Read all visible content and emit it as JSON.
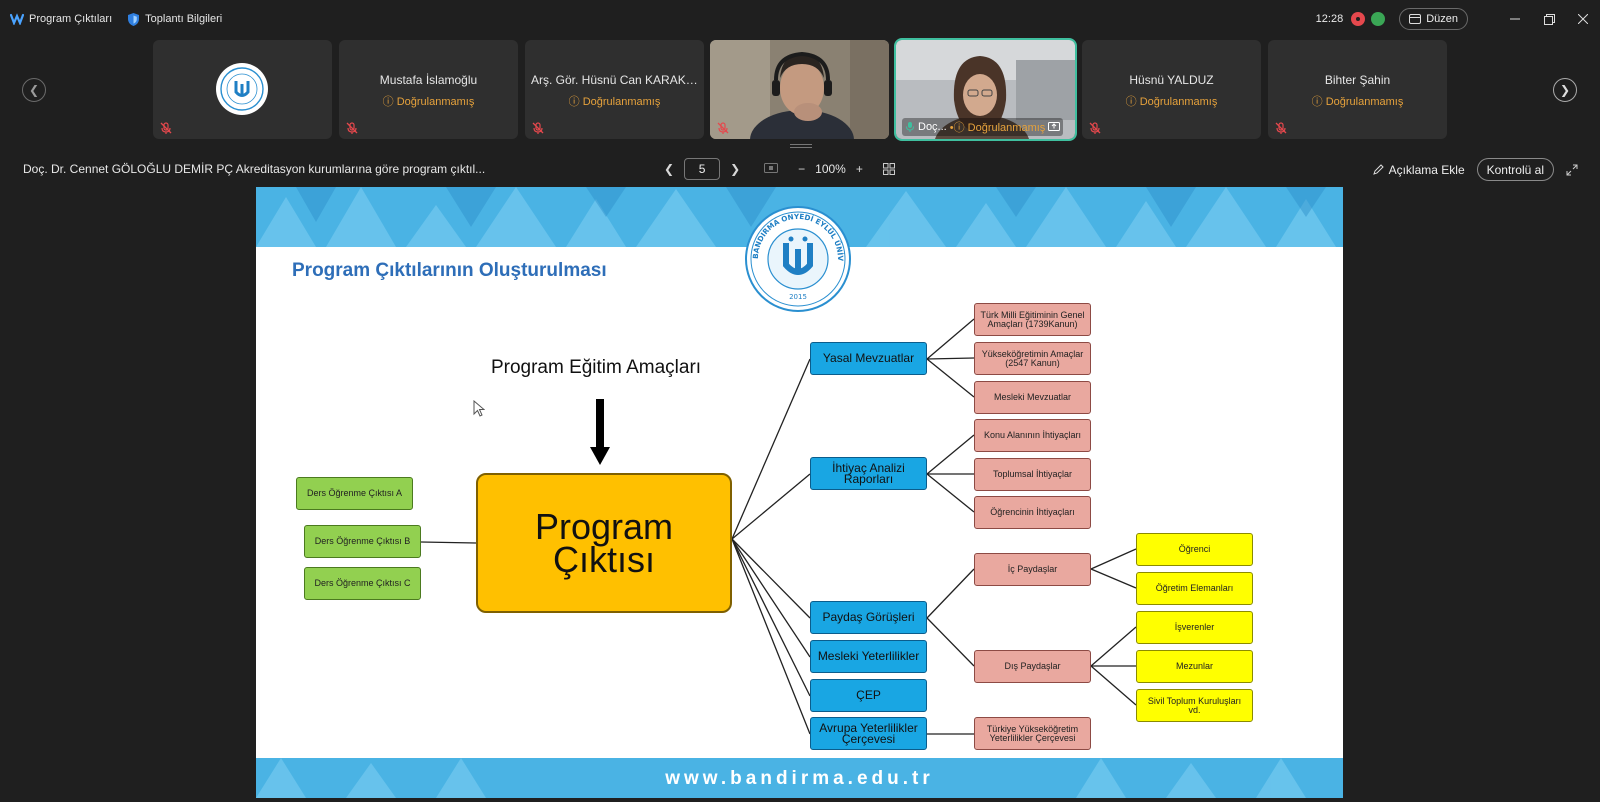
{
  "titlebar": {
    "tab1_label": "Program Çıktıları",
    "tab2_label": "Toplantı Bilgileri",
    "clock": "12:28",
    "duzen_label": "Düzen"
  },
  "participants": [
    {
      "name": "",
      "status": "",
      "type": "logo"
    },
    {
      "name": "Mustafa İslamoğlu",
      "status": "Doğrulanmamış"
    },
    {
      "name": "Arş. Gör. Hüsnü Can KARAKA...",
      "status": "Doğrulanmamış"
    },
    {
      "name": "",
      "status": "",
      "type": "video"
    },
    {
      "name": "Doç...",
      "status": "Doğrulanmamış",
      "type": "video-active"
    },
    {
      "name": "Hüsnü YALDUZ",
      "status": "Doğrulanmamış"
    },
    {
      "name": "Bihter Şahin",
      "status": "Doğrulanmamış"
    }
  ],
  "presentation": {
    "title": "Doç. Dr. Cennet GÖLOĞLU DEMİR PÇ Akreditasyon kurumlarına göre program çıktıl...",
    "page": "5",
    "zoom": "100%",
    "annotate_label": "Açıklama Ekle",
    "control_label": "Kontrolü al"
  },
  "slide": {
    "title": "Program Çıktılarının Oluşturulması",
    "website": "www.bandirma.edu.tr",
    "seal_text": "BANDIRMA ONYEDİ EYLÜL ÜNİVERSİTESİ",
    "seal_year": "2015",
    "pea_label": "Program Eğitim Amaçları",
    "center_box": "Program Çıktısı",
    "green_boxes": [
      "Ders Öğrenme Çıktısı A",
      "Ders Öğrenme Çıktısı B",
      "Ders Öğrenme Çıktısı C"
    ],
    "blue_boxes": [
      "Yasal Mevzuatlar",
      "İhtiyaç Analizi Raporları",
      "Paydaş Görüşleri",
      "Mesleki Yeterlilikler",
      "ÇEP",
      "Avrupa Yeterlilikler Çerçevesi"
    ],
    "red_boxes": [
      "Türk Milli Eğitiminin Genel Amaçları (1739Kanun)",
      "Yükseköğretimin Amaçlar (2547 Kanun)",
      "Mesleki Mevzuatlar",
      "Konu Alanının İhtiyaçları",
      "Toplumsal İhtiyaçlar",
      "Öğrencinin İhtiyaçları",
      "İç Paydaşlar",
      "Dış Paydaşlar",
      "Türkiye Yükseköğretim Yeterlilikler Çerçevesi"
    ],
    "yellow_boxes": [
      "Öğrenci",
      "Öğretim Elemanları",
      "İşverenler",
      "Mezunlar",
      "Sivil Toplum Kuruluşları vd."
    ]
  },
  "colors": {
    "accent_teal": "#3fbf9f",
    "unverified": "#e6a23c",
    "slide_band": "#4ab3e4",
    "center_box": "#ffc000"
  }
}
